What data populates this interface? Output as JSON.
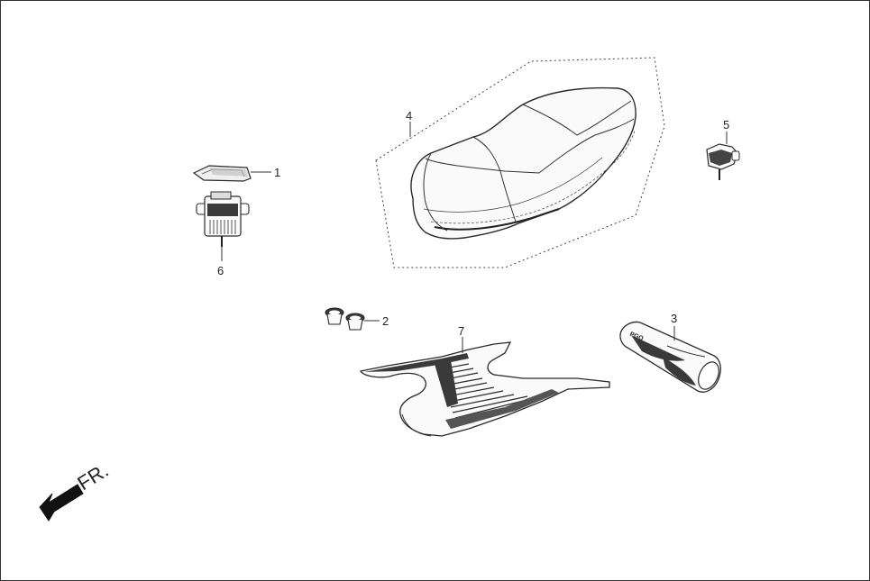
{
  "diagram": {
    "callouts": [
      {
        "id": "1",
        "label": "1"
      },
      {
        "id": "2",
        "label": "2"
      },
      {
        "id": "3",
        "label": "3"
      },
      {
        "id": "4",
        "label": "4"
      },
      {
        "id": "5",
        "label": "5"
      },
      {
        "id": "6",
        "label": "6"
      },
      {
        "id": "7",
        "label": "7"
      }
    ],
    "direction_label": "FR.",
    "grip_logo_text": "PGO"
  },
  "colors": {
    "line": "#2a2a2a",
    "fill_dark": "#3a3a3a",
    "fill_light": "#e8e8e8",
    "background": "#ffffff"
  }
}
